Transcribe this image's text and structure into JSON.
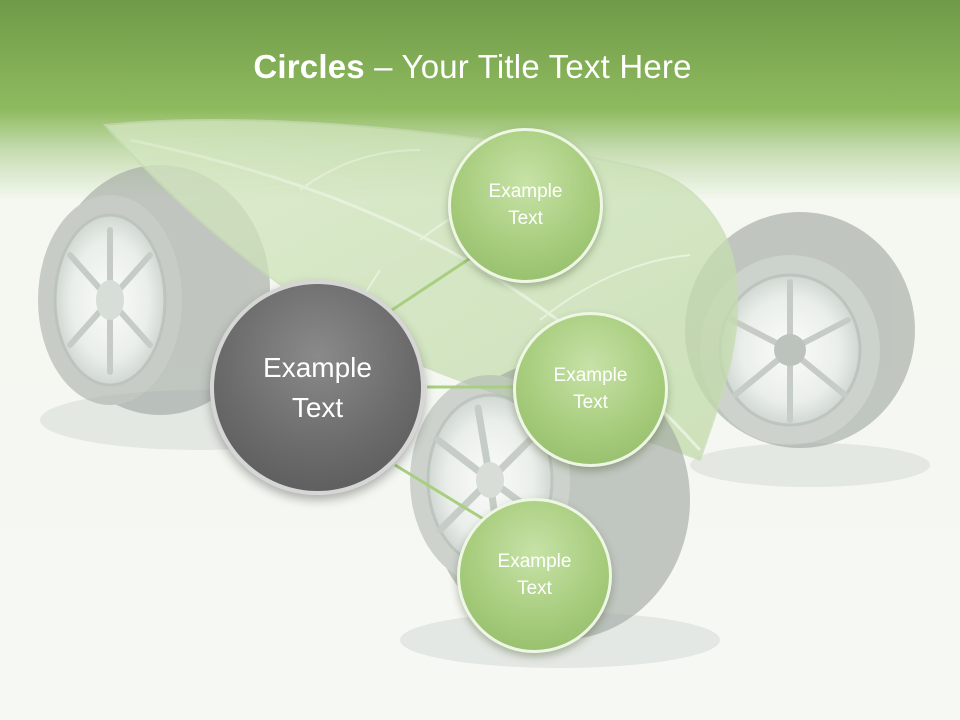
{
  "slide": {
    "title_bold": "Circles",
    "title_rest": " – Your Title Text Here",
    "center_circle": {
      "label": "Example\nText"
    },
    "satellites": [
      {
        "label": "Example\nText"
      },
      {
        "label": "Example\nText"
      },
      {
        "label": "Example\nText"
      }
    ]
  },
  "colors": {
    "header_green": "#8fbb5f",
    "circle_green": "#a6cc7c",
    "circle_gray": "#6b6b6b",
    "connector": "#a8cf80"
  },
  "icons": [
    "leaf-illustration",
    "tire-illustration"
  ]
}
